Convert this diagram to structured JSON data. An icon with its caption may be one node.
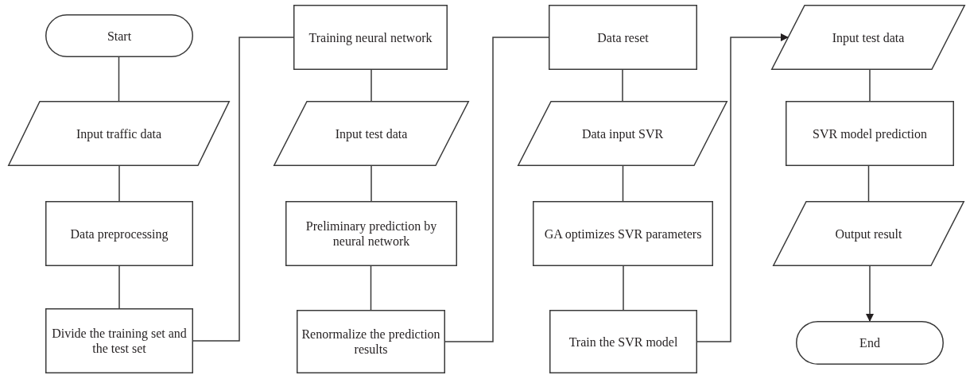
{
  "diagram": {
    "nodes": [
      {
        "text": [
          "Start"
        ]
      },
      {
        "text": [
          "Input traffic data"
        ]
      },
      {
        "text": [
          "Data preprocessing"
        ]
      },
      {
        "text": [
          "Divide the training set and the test set"
        ]
      },
      {
        "text": [
          "Training neural network"
        ]
      },
      {
        "text": [
          "Input test data"
        ]
      },
      {
        "text": [
          "Preliminary prediction by neural network"
        ]
      },
      {
        "text": [
          "Renormalize the prediction results"
        ]
      },
      {
        "text": [
          "Data reset"
        ]
      },
      {
        "text": [
          "Data input SVR"
        ]
      },
      {
        "text": [
          "GA optimizes SVR parameters"
        ]
      },
      {
        "text": [
          "Train the SVR model"
        ]
      },
      {
        "text": [
          "Input test data"
        ]
      },
      {
        "text": [
          "SVR model prediction"
        ]
      },
      {
        "text": [
          "Output result"
        ]
      },
      {
        "text": [
          "End"
        ]
      }
    ],
    "edges": [
      {
        "from": 0,
        "to": 1,
        "arrow": "none"
      },
      {
        "from": 1,
        "to": 2,
        "arrow": "none"
      },
      {
        "from": 2,
        "to": 3,
        "arrow": "none"
      },
      {
        "from": 3,
        "to": 4,
        "arrow": "none"
      },
      {
        "from": 4,
        "to": 5,
        "arrow": "none"
      },
      {
        "from": 5,
        "to": 6,
        "arrow": "none"
      },
      {
        "from": 6,
        "to": 7,
        "arrow": "none"
      },
      {
        "from": 7,
        "to": 8,
        "arrow": "none"
      },
      {
        "from": 8,
        "to": 9,
        "arrow": "none"
      },
      {
        "from": 9,
        "to": 10,
        "arrow": "none"
      },
      {
        "from": 10,
        "to": 11,
        "arrow": "none"
      },
      {
        "from": 11,
        "to": 12,
        "arrow": "to"
      },
      {
        "from": 12,
        "to": 13,
        "arrow": "none"
      },
      {
        "from": 13,
        "to": 14,
        "arrow": "none"
      },
      {
        "from": 14,
        "to": 15,
        "arrow": "to"
      }
    ]
  }
}
